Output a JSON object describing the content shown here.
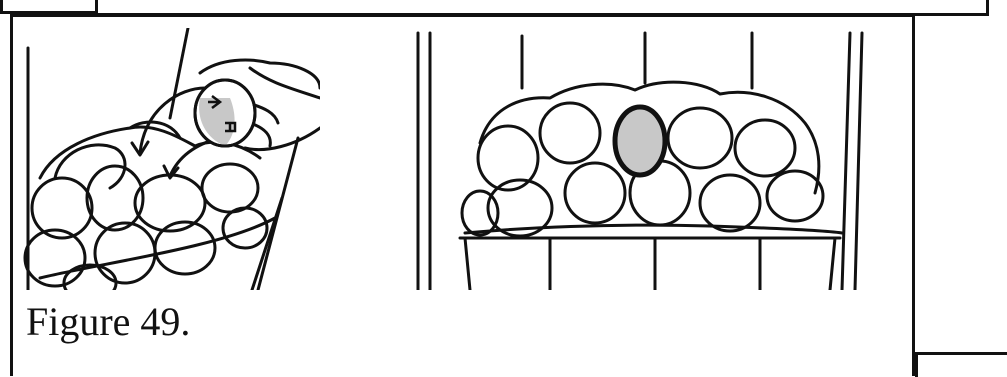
{
  "figure": {
    "caption": "Figure 49."
  },
  "colors": {
    "ink": "#111111",
    "highlight_stone": "#c8c8c8",
    "background": "#ffffff"
  },
  "icons": {
    "left_panel": "hand-placing-stone-illustration",
    "right_panel": "stone-pile-highlighted-illustration"
  }
}
